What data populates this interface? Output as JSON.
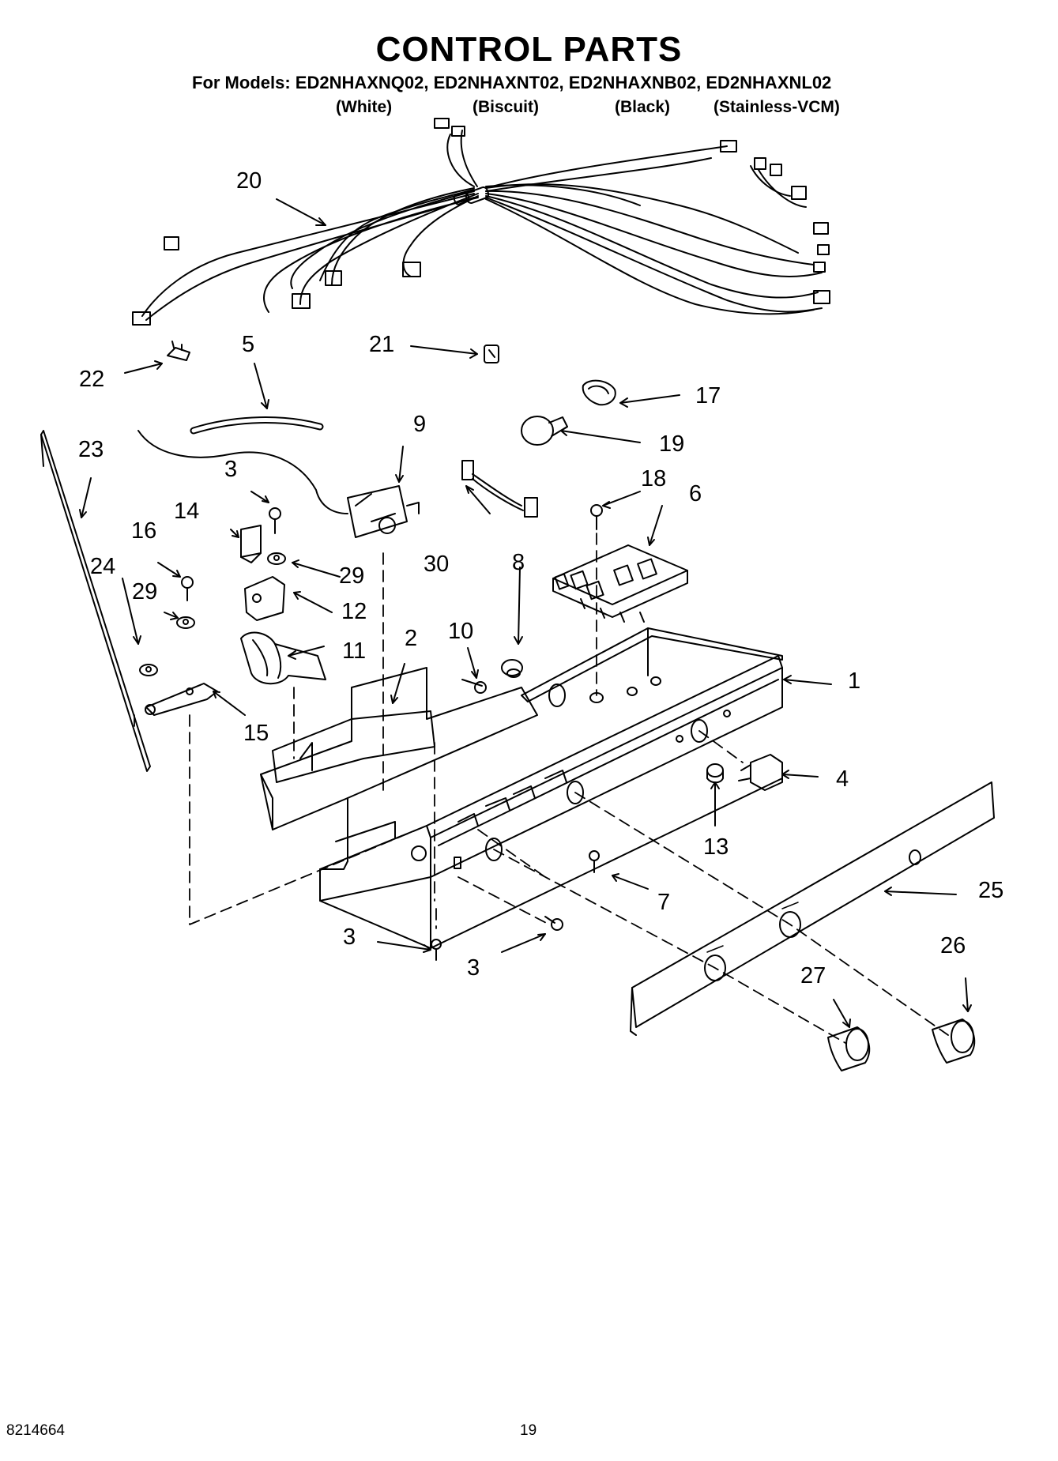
{
  "header": {
    "title": "CONTROL PARTS",
    "models_line": "For Models: ED2NHAXNQ02, ED2NHAXNT02, ED2NHAXNB02, ED2NHAXNL02",
    "variants": [
      "(White)",
      "(Biscuit)",
      "(Black)",
      "(Stainless-VCM)"
    ]
  },
  "callouts": [
    "20",
    "5",
    "21",
    "22",
    "17",
    "19",
    "23",
    "9",
    "3",
    "18",
    "6",
    "14",
    "16",
    "30",
    "8",
    "24",
    "29",
    "29",
    "12",
    "11",
    "2",
    "10",
    "1",
    "15",
    "4",
    "13",
    "7",
    "25",
    "3",
    "3",
    "26",
    "27"
  ],
  "footer": {
    "doc_number": "8214664",
    "page_number": "19"
  }
}
